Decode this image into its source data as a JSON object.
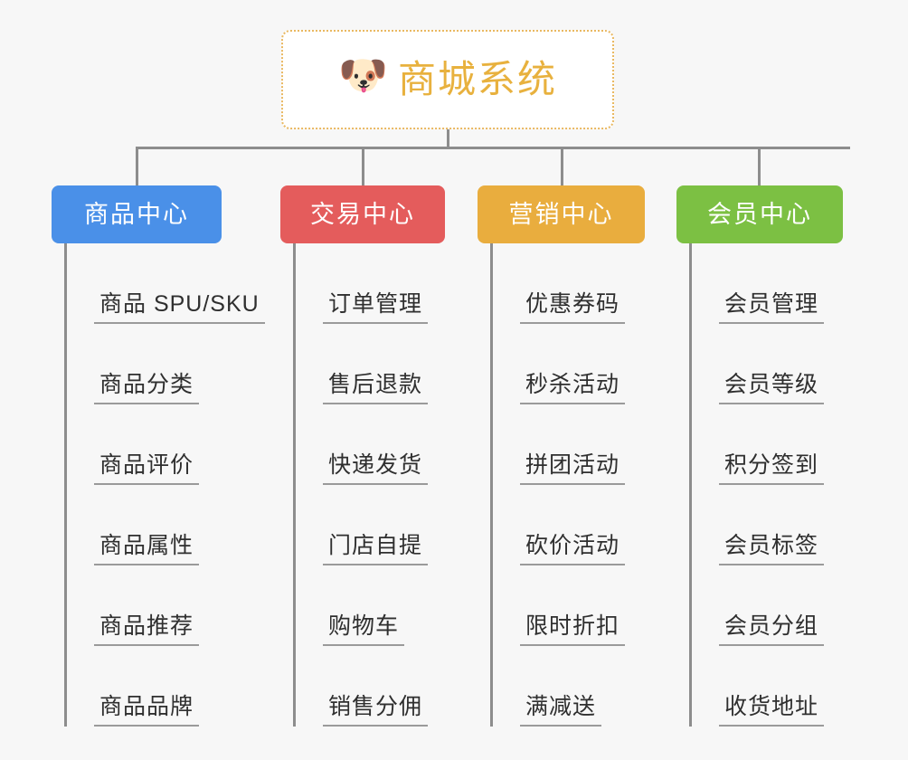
{
  "background_color": "#f7f7f7",
  "root": {
    "icon": "dog-face-emoji",
    "icon_glyph": "🐶",
    "title": "商城系统",
    "title_color": "#e8b13e",
    "border_color": "#e9b861",
    "background_color": "#ffffff"
  },
  "connector_color": "#8d8d8d",
  "branches": [
    {
      "label": "商品中心",
      "color": "#4a90e8",
      "items": [
        "商品 SPU/SKU",
        "商品分类",
        "商品评价",
        "商品属性",
        "商品推荐",
        "商品品牌"
      ]
    },
    {
      "label": "交易中心",
      "color": "#e45c5c",
      "items": [
        "订单管理",
        "售后退款",
        "快递发货",
        "门店自提",
        "购物车",
        "销售分佣"
      ]
    },
    {
      "label": "营销中心",
      "color": "#e9ad3e",
      "items": [
        "优惠券码",
        "秒杀活动",
        "拼团活动",
        "砍价活动",
        "限时折扣",
        "满减送"
      ]
    },
    {
      "label": "会员中心",
      "color": "#7cc043",
      "items": [
        "会员管理",
        "会员等级",
        "积分签到",
        "会员标签",
        "会员分组",
        "收货地址"
      ]
    }
  ]
}
